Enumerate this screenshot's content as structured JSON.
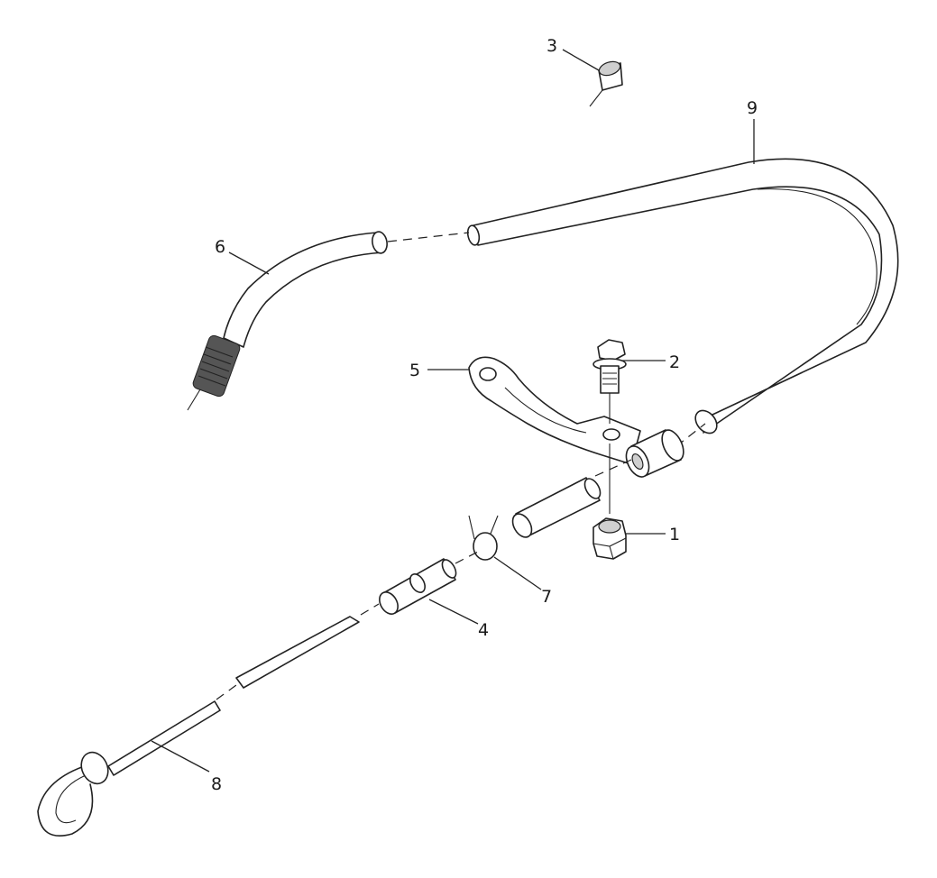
{
  "callouts": [
    {
      "id": "p1",
      "label": "1"
    },
    {
      "id": "p2",
      "label": "2"
    },
    {
      "id": "p3",
      "label": "3"
    },
    {
      "id": "p4",
      "label": "4"
    },
    {
      "id": "p5",
      "label": "5"
    },
    {
      "id": "p6",
      "label": "6"
    },
    {
      "id": "p7",
      "label": "7"
    },
    {
      "id": "p8",
      "label": "8"
    },
    {
      "id": "p9",
      "label": "9"
    }
  ]
}
